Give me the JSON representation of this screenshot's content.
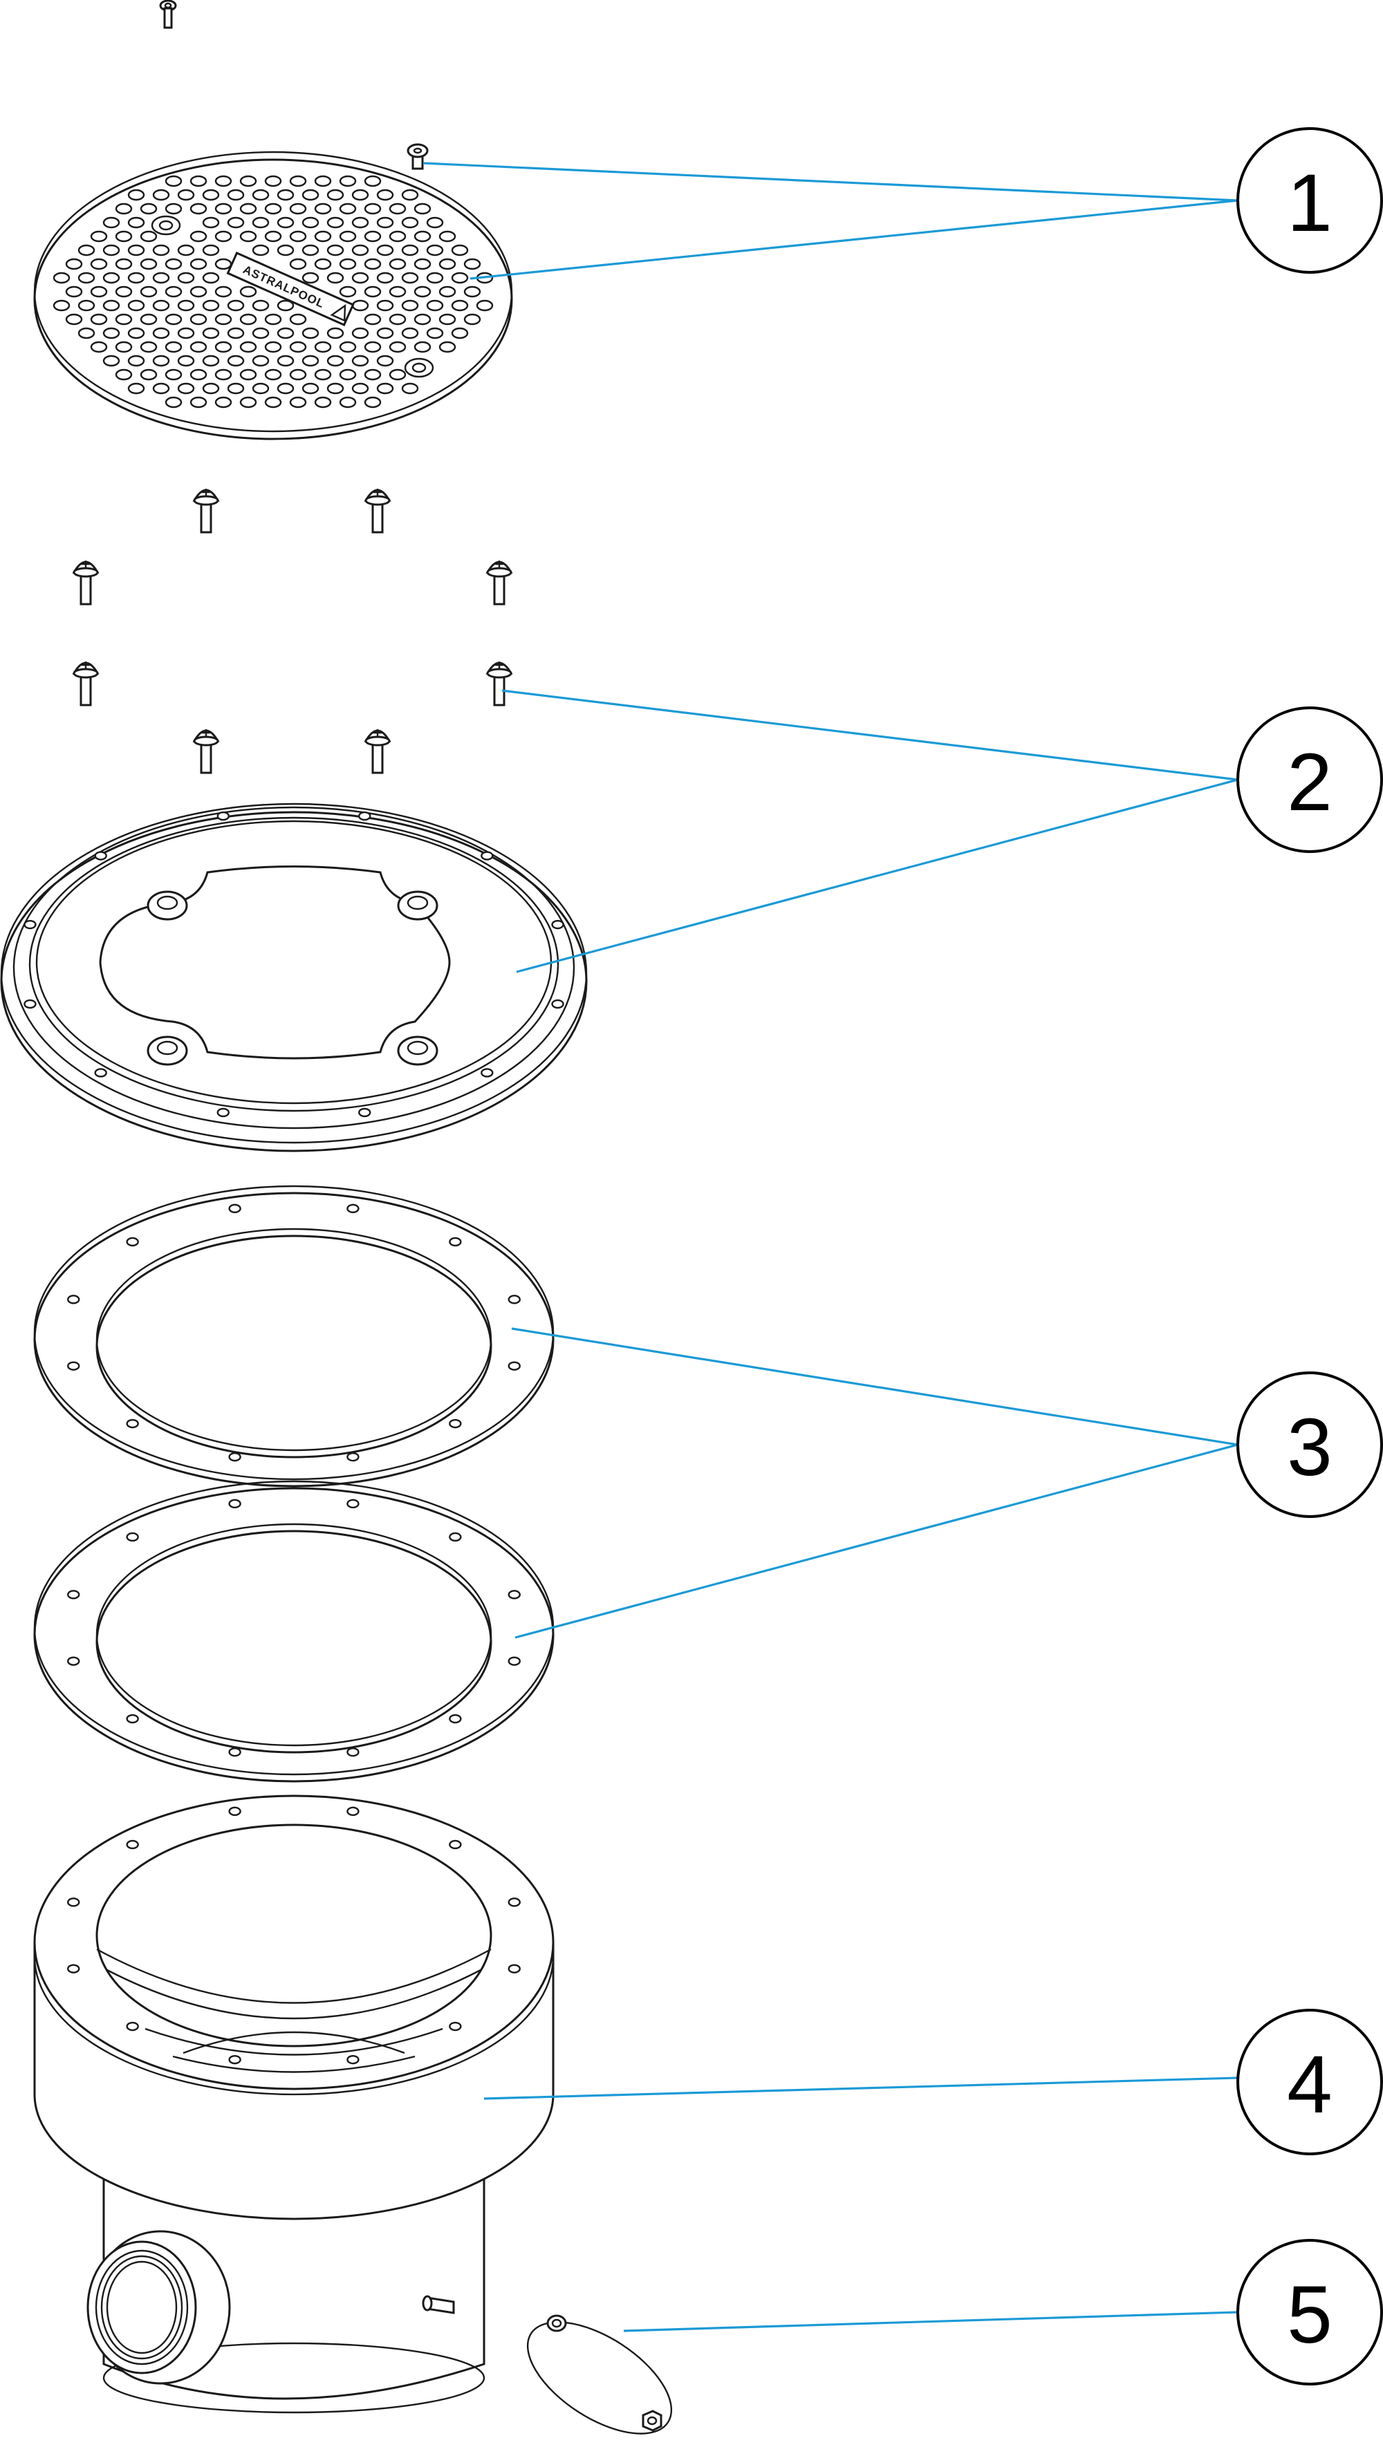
{
  "diagram": {
    "brand_text": "ASTRALPOOL",
    "leader_color": "#1a9ad6",
    "line_color": "#1a1a1a",
    "callouts": [
      {
        "label": "1"
      },
      {
        "label": "2"
      },
      {
        "label": "3"
      },
      {
        "label": "4"
      },
      {
        "label": "5"
      }
    ],
    "parts": [
      {
        "name": "grate-cover-with-screws",
        "callout": "1"
      },
      {
        "name": "frame-ring-with-screws",
        "callout": "2"
      },
      {
        "name": "gasket-pair",
        "callout": "3"
      },
      {
        "name": "drain-body",
        "callout": "4"
      },
      {
        "name": "nut-set",
        "callout": "5"
      }
    ]
  }
}
